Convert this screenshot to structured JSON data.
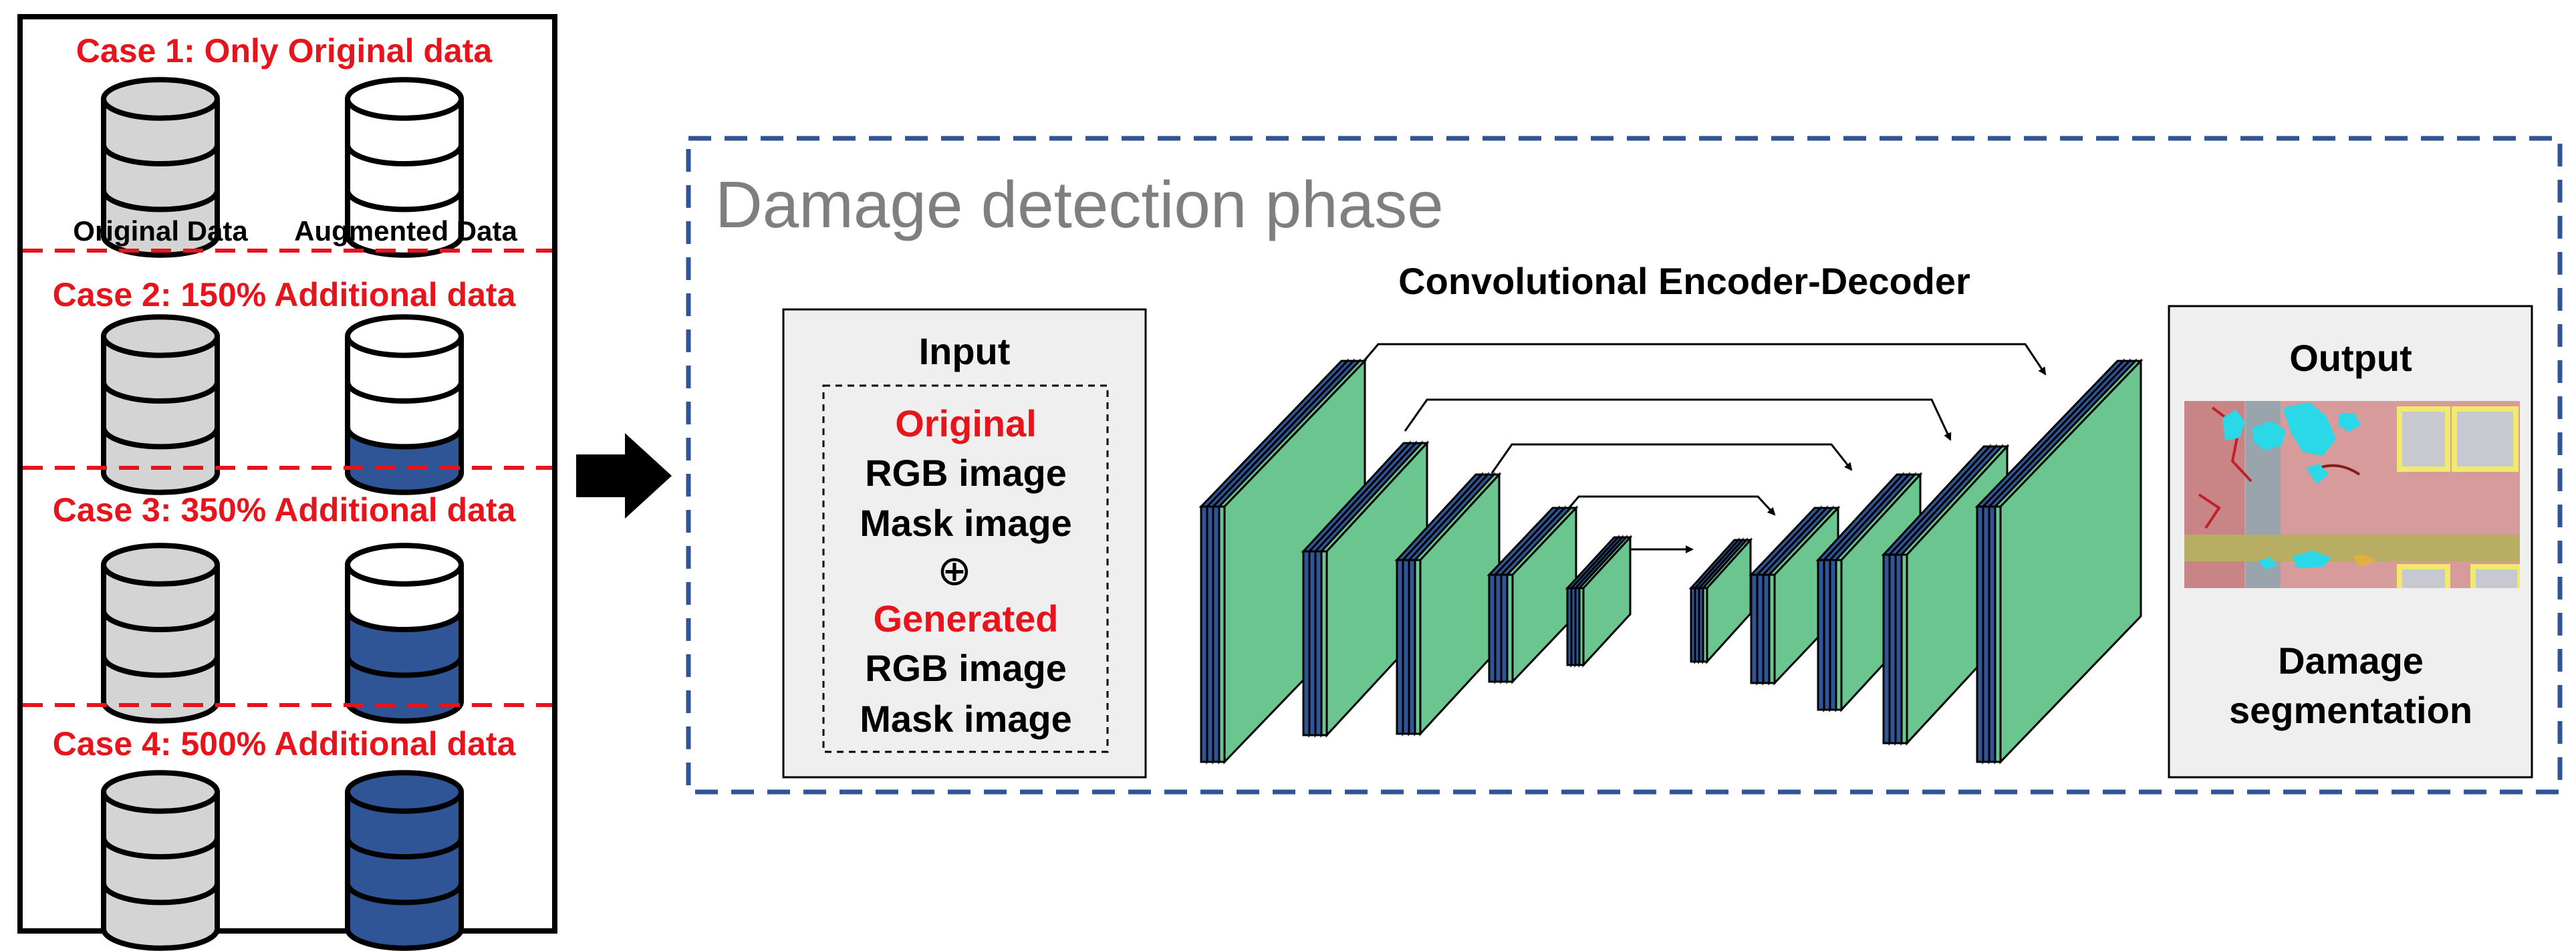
{
  "cases_panel": {
    "cases": [
      {
        "title": "Case 1: Only Original data",
        "fill_fraction": 0.0
      },
      {
        "title": "Case 2: 150% Additional data",
        "fill_fraction": 0.33
      },
      {
        "title": "Case 3: 350% Additional data",
        "fill_fraction": 0.66
      },
      {
        "title": "Case 4: 500% Additional data",
        "fill_fraction": 1.0
      }
    ],
    "original_label": "Original Data",
    "augmented_label": "Augmented Data"
  },
  "phase": {
    "title": "Damage detection phase",
    "network_title": "Convolutional Encoder-Decoder"
  },
  "input": {
    "heading": "Input",
    "original_label": "Original",
    "original_items": [
      "RGB image",
      "Mask image"
    ],
    "combine_symbol": "⊕",
    "generated_label": "Generated",
    "generated_items": [
      "RGB image",
      "Mask image"
    ]
  },
  "output": {
    "heading": "Output",
    "caption_lines": [
      "Damage",
      "segmentation"
    ]
  },
  "colors": {
    "red": "#e8141c",
    "blue_fill": "#2f5597",
    "blue_dark": "#1f3864",
    "green": "#6ac58f",
    "gray_db": "#d4d4d4",
    "phase_border": "#2f5597",
    "phase_title": "#7f7f7f",
    "box_fill": "#efefef"
  }
}
